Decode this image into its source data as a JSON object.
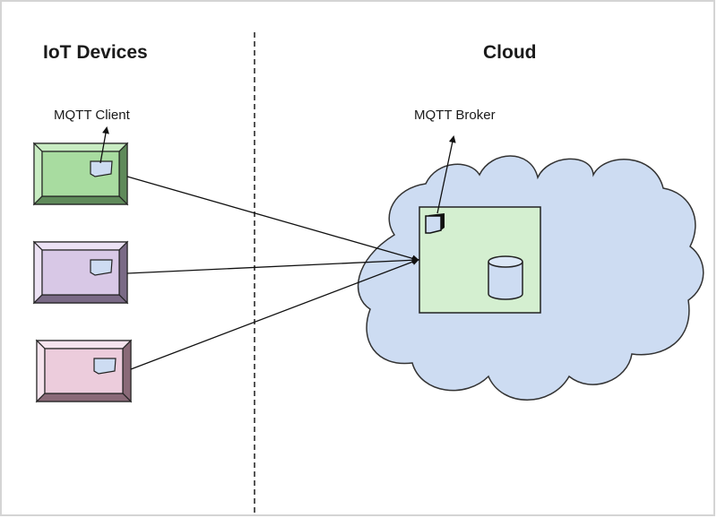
{
  "sections": {
    "left_title": "IoT Devices",
    "right_title": "Cloud"
  },
  "labels": {
    "client": "MQTT Client",
    "broker": "MQTT Broker"
  },
  "devices": [
    {
      "name": "device-green",
      "color": "#a8dca0",
      "dark": "#5f8a5a",
      "light": "#c8ecc2"
    },
    {
      "name": "device-purple",
      "color": "#d8c8e6",
      "dark": "#7a6a86",
      "light": "#ece2f4"
    },
    {
      "name": "device-pink",
      "color": "#ecccdc",
      "dark": "#8a6a78",
      "light": "#f6e4ee"
    }
  ],
  "colors": {
    "cloud_fill": "#cddcf2",
    "server_fill": "#d4efd0",
    "chip_fill": "#cddcf2",
    "db_fill": "#cddcf2",
    "stroke": "#222222"
  }
}
